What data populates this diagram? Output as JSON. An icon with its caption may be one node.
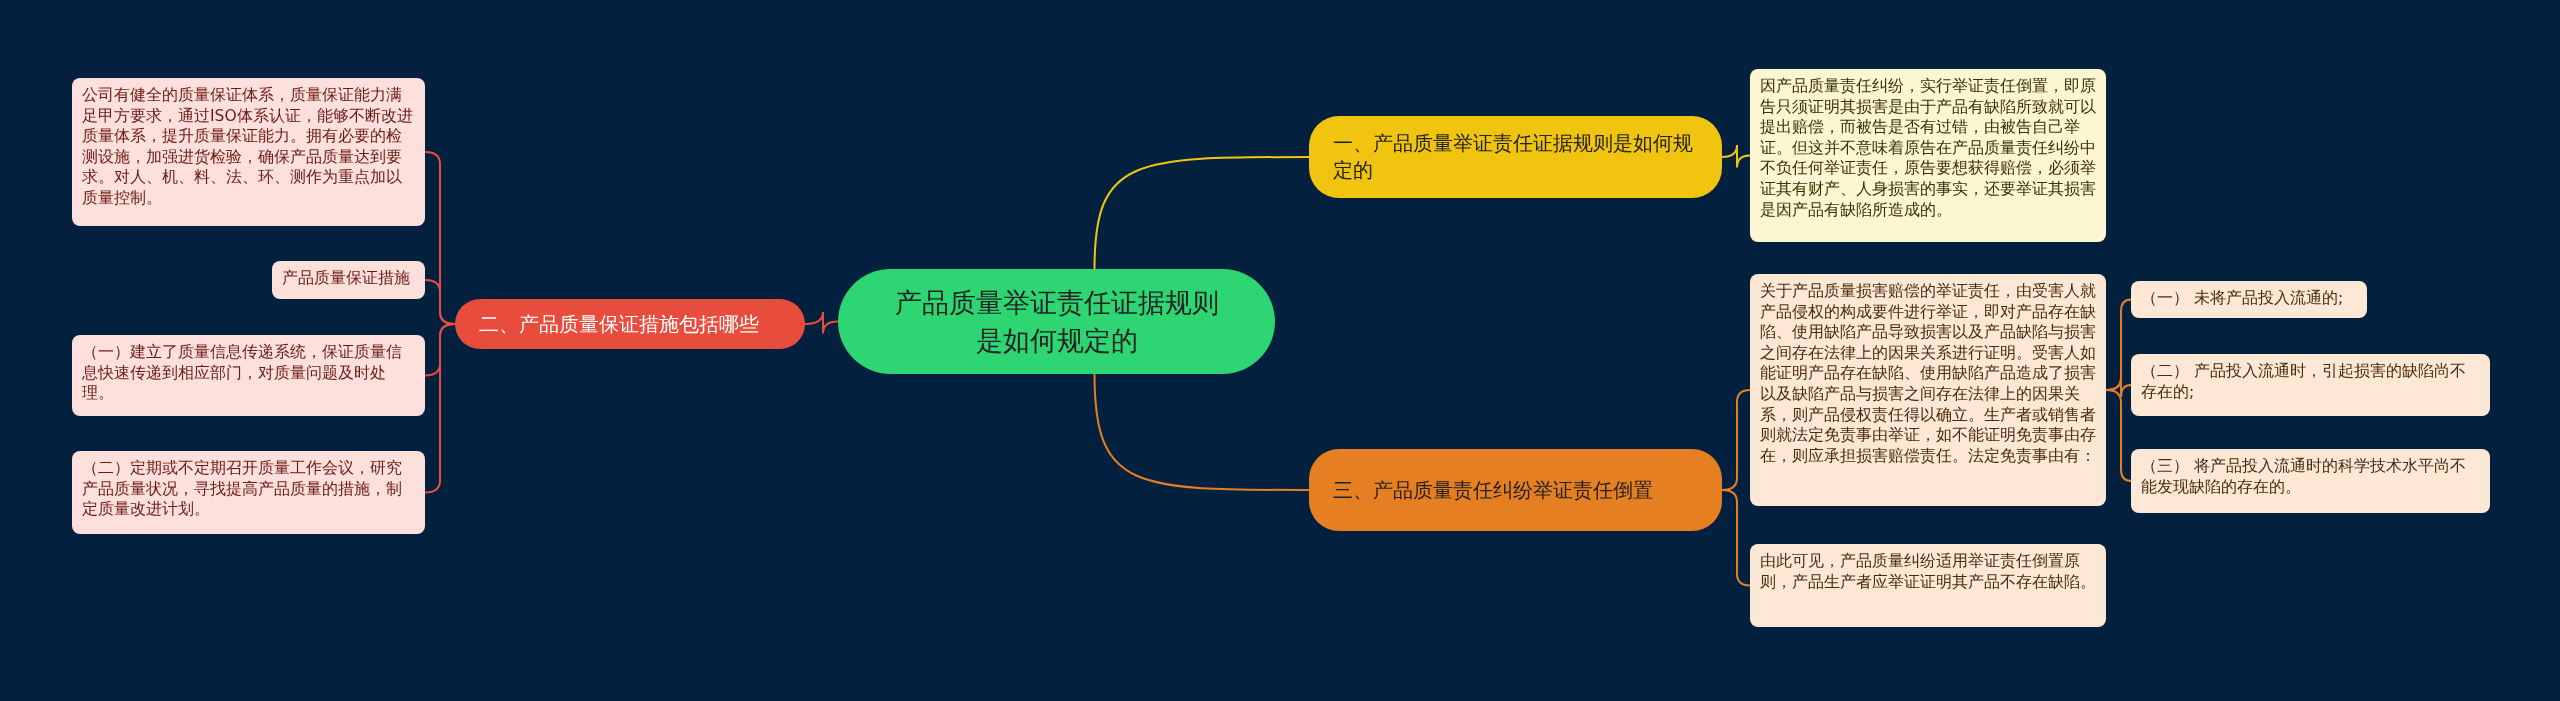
{
  "diagram": {
    "nodes": [
      {
        "text": [
          "产品质量举证责任证据规则是如何规定的"
        ]
      },
      {
        "text": [
          "一、产品质量举证责任证据规则是如何规定的"
        ]
      },
      {
        "text": [
          "因产品质量责任纠纷，实行举证责任倒置，即原告只须证明其损害是由于产品有缺陷所致就可以提出赔偿，而被告是否有过错，由被告自己举证。但这并不意味着原告在产品质量责任纠纷中不负任何举证责任，原告要想获得赔偿，必须举证其有财产、人身损害的事实，还要举证其损害是因产品有缺陷所造成的。"
        ]
      },
      {
        "text": [
          "二、产品质量保证措施包括哪些"
        ]
      },
      {
        "text": [
          "公司有健全的质量保证体系，质量保证能力满足甲方要求，通过ISO体系认证，能够不断改进质量体系，提升质量保证能力。拥有必要的检测设施，加强进货检验，确保产品质量达到要求。对人、机、料、法、环、测作为重点加以质量控制。"
        ]
      },
      {
        "text": [
          "产品质量保证措施"
        ]
      },
      {
        "text": [
          "（一）建立了质量信息传递系统，保证质量信息快速传递到相应部门，对质量问题及时处理。"
        ]
      },
      {
        "text": [
          "（二）定期或不定期召开质量工作会议，研究产品质量状况，寻找提高产品质量的措施，制定质量改进计划。"
        ]
      },
      {
        "text": [
          "三、产品质量责任纠纷举证责任倒置"
        ]
      },
      {
        "text": [
          "关于产品质量损害赔偿的举证责任，由受害人就产品侵权的构成要件进行举证，即对产品存在缺陷、使用缺陷产品导致损害以及产品缺陷与损害之间存在法律上的因果关系进行证明。受害人如能证明产品存在缺陷、使用缺陷产品造成了损害以及缺陷产品与损害之间存在法律上的因果关系，则产品侵权责任得以确立。生产者或销售者则就法定免责事由举证，如不能证明免责事由存在，则应承担损害赔偿责任。法定免责事由有："
        ]
      },
      {
        "text": [
          "由此可见，产品质量纠纷适用举证责任倒置原则，产品生产者应举证证明其产品不存在缺陷。"
        ]
      },
      {
        "text": [
          "（一） 未将产品投入流通的;"
        ]
      },
      {
        "text": [
          "（二） 产品投入流通时，引起损害的缺陷尚不存在的;"
        ]
      },
      {
        "text": [
          "（三） 将产品投入流通时的科学技术水平尚不能发现缺陷的存在的。"
        ]
      }
    ],
    "edges": [
      {
        "from": 0,
        "to": 1,
        "arrow": "none",
        "color": "#f1c40f"
      },
      {
        "from": 1,
        "to": 2,
        "arrow": "none",
        "color": "#f1c40f"
      },
      {
        "from": 0,
        "to": 3,
        "arrow": "none",
        "color": "#e74c3c"
      },
      {
        "from": 3,
        "to": 4,
        "arrow": "none",
        "color": "#e74c3c"
      },
      {
        "from": 3,
        "to": 5,
        "arrow": "none",
        "color": "#e74c3c"
      },
      {
        "from": 3,
        "to": 6,
        "arrow": "none",
        "color": "#e74c3c"
      },
      {
        "from": 3,
        "to": 7,
        "arrow": "none",
        "color": "#e74c3c"
      },
      {
        "from": 0,
        "to": 8,
        "arrow": "none"
      },
      {
        "from": 8,
        "to": 9,
        "arrow": "none"
      },
      {
        "from": 8,
        "to": 10,
        "arrow": "none"
      },
      {
        "from": 9,
        "to": 11,
        "arrow": "none"
      },
      {
        "from": 9,
        "to": 12,
        "arrow": "none"
      },
      {
        "from": 9,
        "to": 13,
        "arrow": "none"
      }
    ]
  }
}
